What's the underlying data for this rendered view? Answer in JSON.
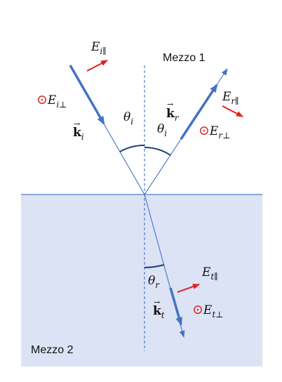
{
  "media": {
    "upper": "Mezzo 1",
    "lower": "Mezzo 2"
  },
  "incident": {
    "wavevector": "k",
    "wavevector_sub": "i",
    "e_parallel": "E",
    "e_parallel_sub": "i∥",
    "e_perp": "E",
    "e_perp_sub": "i⊥",
    "angle": "θ",
    "angle_sub": "i"
  },
  "reflected": {
    "wavevector": "k",
    "wavevector_sub": "r",
    "e_parallel": "E",
    "e_parallel_sub": "r∥",
    "e_perp": "E",
    "e_perp_sub": "r⊥",
    "angle": "θ",
    "angle_sub": "i"
  },
  "transmitted": {
    "wavevector": "k",
    "wavevector_sub": "t",
    "e_parallel": "E",
    "e_parallel_sub": "t∥",
    "e_perp": "E",
    "e_perp_sub": "t⊥",
    "angle": "θ",
    "angle_sub": "r"
  },
  "symbols": {
    "out_of_page": "⊙",
    "vector_arrow": "→"
  },
  "colors": {
    "ray": "#4472c4",
    "field_arrow": "#e02020",
    "out_of_page": "#e02020",
    "medium2_fill": "#dce3f5",
    "text": "#111111"
  }
}
